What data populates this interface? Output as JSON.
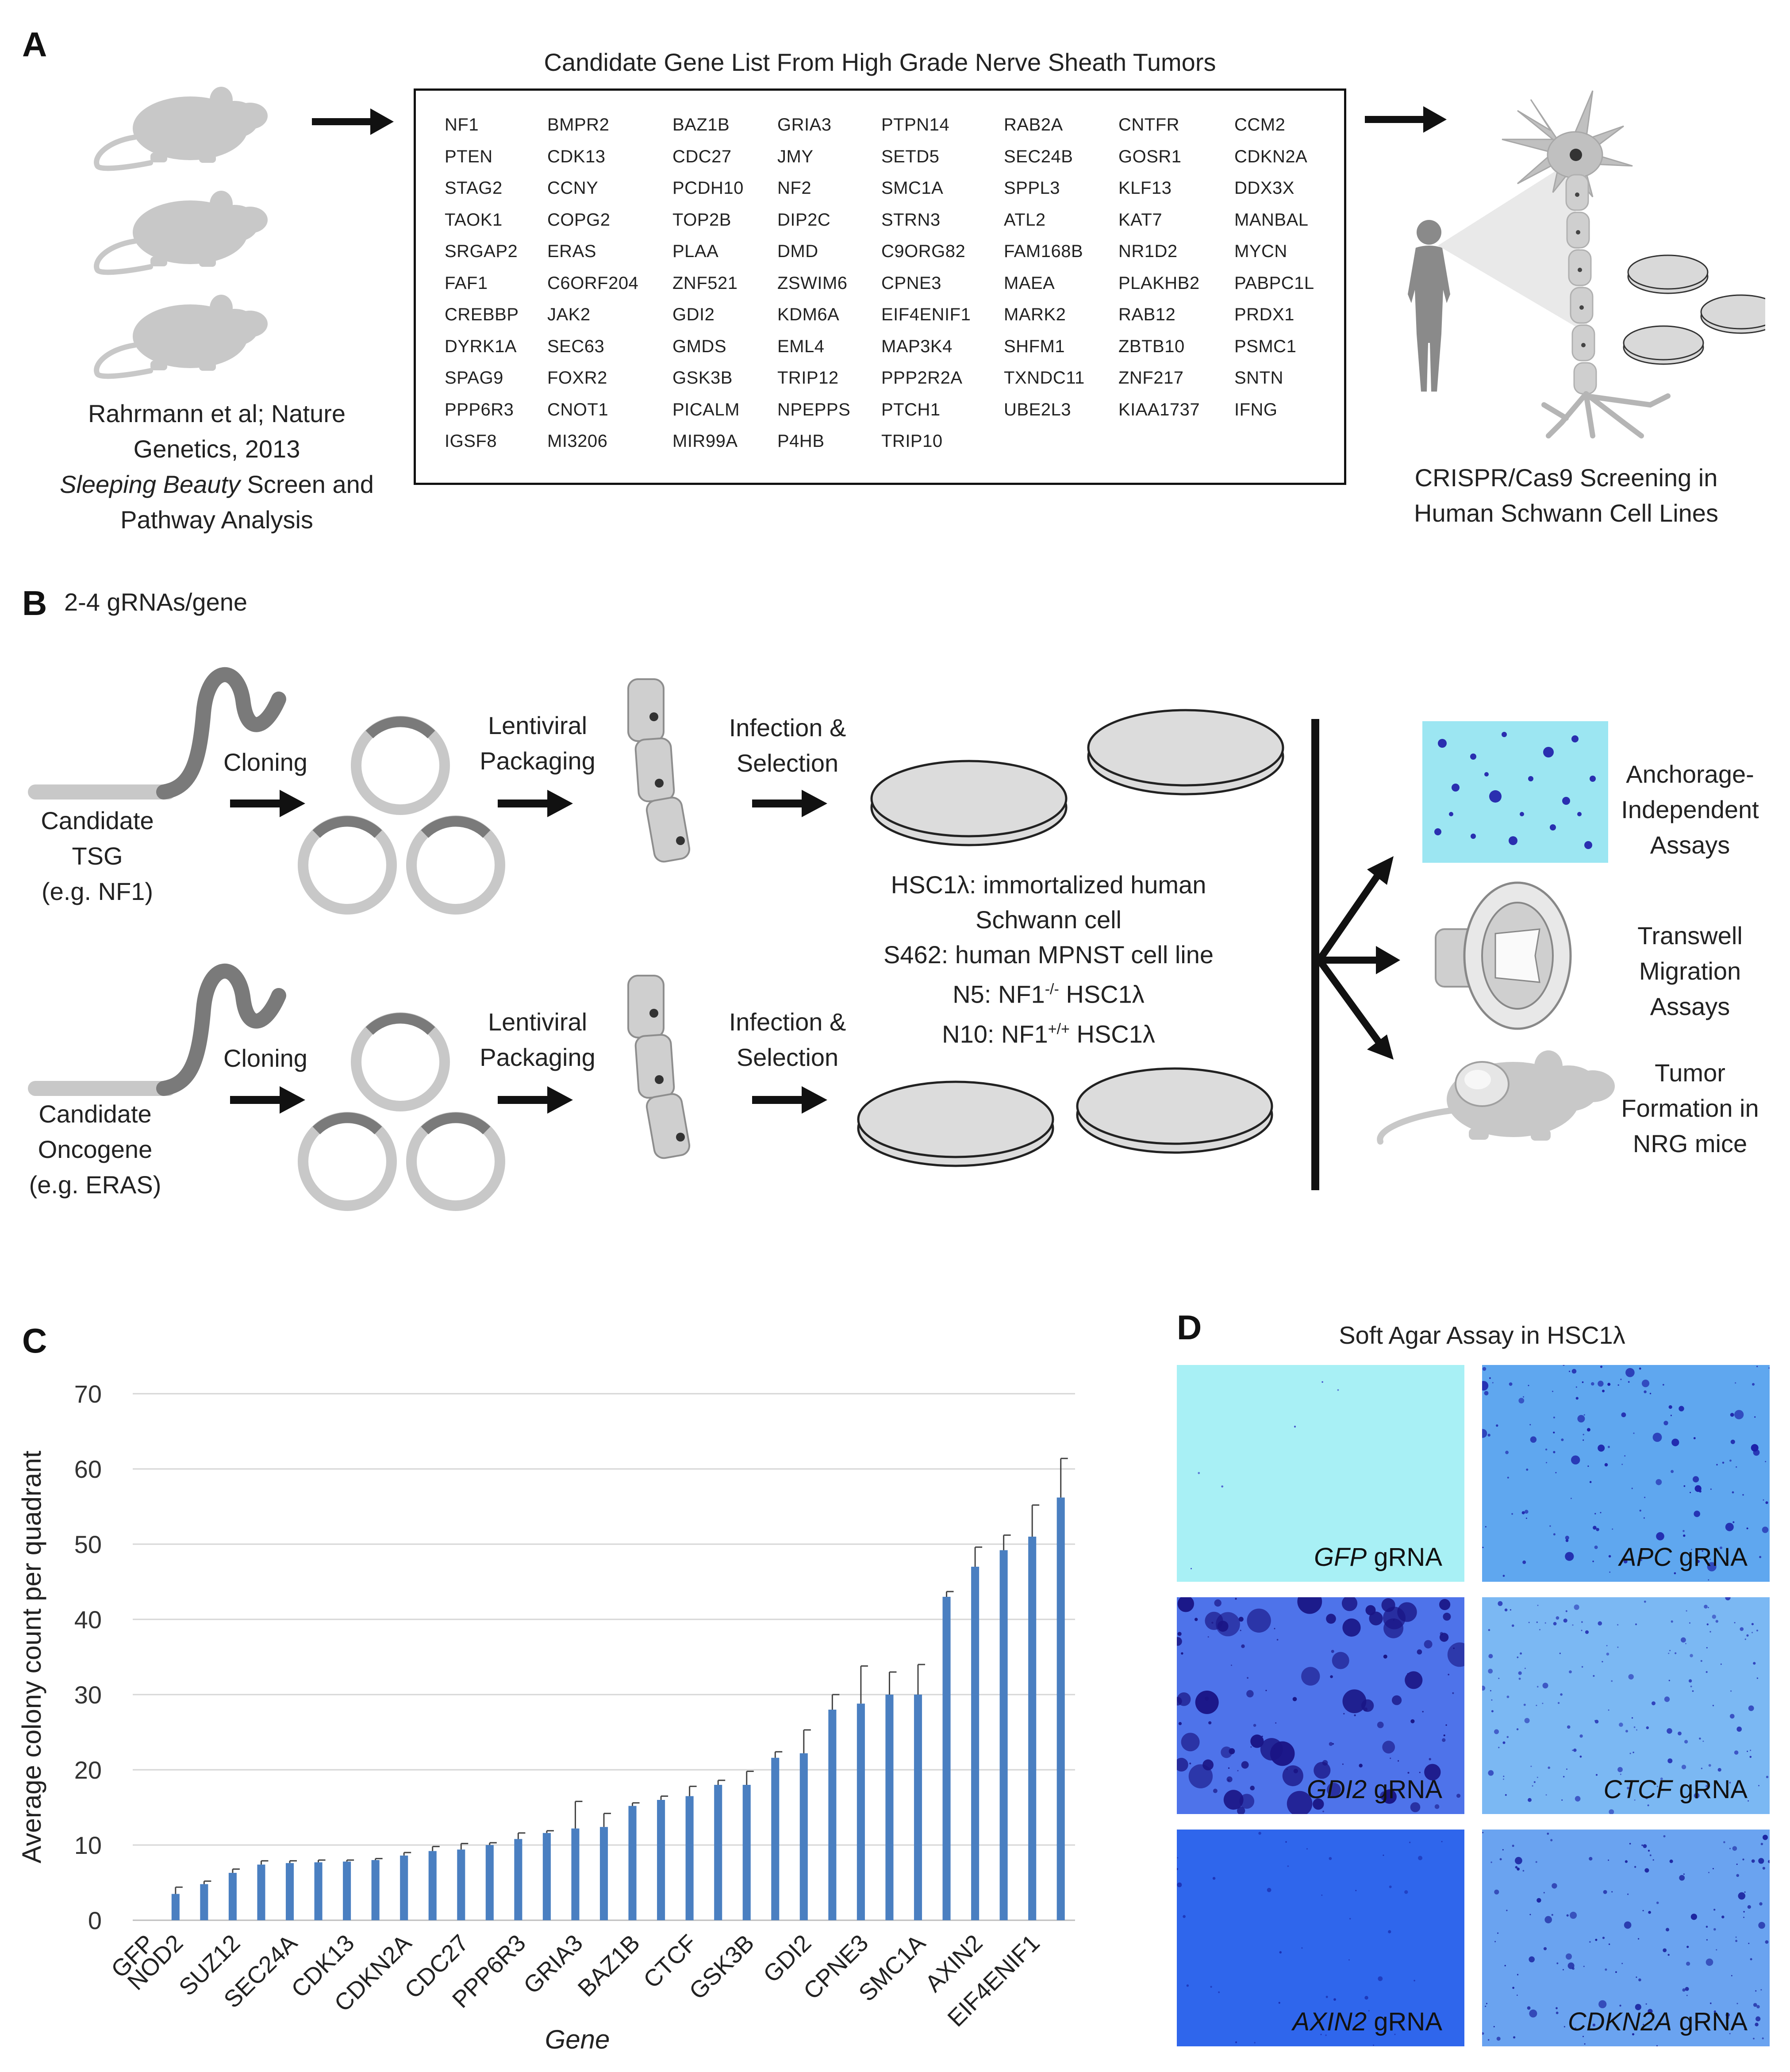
{
  "panel_a": {
    "letter": "A",
    "list_title": "Candidate Gene List From High Grade Nerve Sheath Tumors",
    "gene_columns": [
      [
        "NF1",
        "PTEN",
        "STAG2",
        "TAOK1",
        "SRGAP2",
        "FAF1",
        "CREBBP",
        "DYRK1A",
        "SPAG9",
        "PPP6R3",
        "IGSF8"
      ],
      [
        "BMPR2",
        "CDK13",
        "CCNY",
        "COPG2",
        "ERAS",
        "C6ORF204",
        "JAK2",
        "SEC63",
        "FOXR2",
        "CNOT1",
        "MI3206"
      ],
      [
        "BAZ1B",
        "CDC27",
        "PCDH10",
        "TOP2B",
        "PLAA",
        "ZNF521",
        "GDI2",
        "GMDS",
        "GSK3B",
        "PICALM",
        "MIR99A"
      ],
      [
        "GRIA3",
        "JMY",
        "NF2",
        "DIP2C",
        "DMD",
        "ZSWIM6",
        "KDM6A",
        "EML4",
        "TRIP12",
        "NPEPPS",
        "P4HB"
      ],
      [
        "PTPN14",
        "SETD5",
        "SMC1A",
        "STRN3",
        "C9ORG82",
        "CPNE3",
        "EIF4ENIF1",
        "MAP3K4",
        "PPP2R2A",
        "PTCH1",
        "TRIP10"
      ],
      [
        "RAB2A",
        "SEC24B",
        "SPPL3",
        "ATL2",
        "FAM168B",
        "MAEA",
        "MARK2",
        "SHFM1",
        "TXNDC11",
        "UBE2L3"
      ],
      [
        "CNTFR",
        "GOSR1",
        "KLF13",
        "KAT7",
        "NR1D2",
        "PLAKHB2",
        "RAB12",
        "ZBTB10",
        "ZNF217",
        "KIAA1737"
      ],
      [
        "CCM2",
        "CDKN2A",
        "DDX3X",
        "MANBAL",
        "MYCN",
        "PABPC1L",
        "PRDX1",
        "PSMC1",
        "SNTN",
        "IFNG"
      ]
    ],
    "citation_line1": "Rahrmann et al; Nature",
    "citation_line2": "Genetics, 2013",
    "citation_line3_italic": "Sleeping Beauty",
    "citation_line3_rest": " Screen and",
    "citation_line4": "Pathway Analysis",
    "crispr_line1": "CRISPR/Cas9 Screening in",
    "crispr_line2": "Human Schwann Cell Lines"
  },
  "panel_b": {
    "letter": "B",
    "subtitle": "2-4 gRNAs/gene",
    "tsg_line1": "Candidate",
    "tsg_line2": "TSG",
    "tsg_line3": "(e.g. NF1)",
    "onc_line1": "Candidate",
    "onc_line2": "Oncogene",
    "onc_line3": "(e.g. ERAS)",
    "cloning": "Cloning",
    "lentiviral_line1": "Lentiviral",
    "lentiviral_line2": "Packaging",
    "infection_line1": "Infection &",
    "infection_line2": "Selection",
    "cell_line1": "HSC1λ: immortalized  human",
    "cell_line2": "Schwann cell",
    "cell_line3": "S462: human MPNST cell line",
    "cell_line4_pre": "N5: NF1",
    "cell_line4_sup": "-/-",
    "cell_line4_post": " HSC1λ",
    "cell_line5_pre": "N10: NF1",
    "cell_line5_sup": "+/+",
    "cell_line5_post": " HSC1λ",
    "assay1_line1": "Anchorage-",
    "assay1_line2": "Independent",
    "assay1_line3": "Assays",
    "assay2_line1": "Transwell",
    "assay2_line2": "Migration",
    "assay2_line3": "Assays",
    "assay3_line1": "Tumor",
    "assay3_line2": "Formation in",
    "assay3_line3": "NRG mice"
  },
  "panel_c": {
    "letter": "C"
  },
  "chart_data": {
    "type": "bar",
    "title": "",
    "xlabel": "Gene",
    "ylabel": "Average colony count per quadrant",
    "ylim": [
      0,
      70
    ],
    "yticks": [
      0,
      10,
      20,
      30,
      40,
      50,
      60,
      70
    ],
    "grid": true,
    "error_bars": true,
    "bar_color": "#4a7fc1",
    "categories": [
      "GFP",
      "NOD2",
      "",
      "SUZ12",
      "",
      "SEC24A",
      "",
      "CDK13",
      "",
      "CDKN2A",
      "",
      "CDC27",
      "",
      "PPP6R3",
      "",
      "GRIA3",
      "",
      "BAZ1B",
      "",
      "CTCF",
      "",
      "GSK3B",
      "",
      "GDI2",
      "",
      "CPNE3",
      "",
      "SMC1A",
      "",
      "AXIN2",
      "",
      "EIF4ENIF1"
    ],
    "values": [
      0,
      3.5,
      4.8,
      6.3,
      7.4,
      7.6,
      7.7,
      7.8,
      8.0,
      8.6,
      9.2,
      9.4,
      10.0,
      10.8,
      11.6,
      12.2,
      12.4,
      15.2,
      16.0,
      16.5,
      18.0,
      18.0,
      21.6,
      22.2,
      28.0,
      28.8,
      30.0,
      30.0,
      43.0,
      47.0,
      49.2,
      51.0,
      56.2
    ],
    "errors": [
      0,
      0.9,
      0.4,
      0.5,
      0.5,
      0.3,
      0.3,
      0.2,
      0.2,
      0.4,
      0.6,
      0.8,
      0.3,
      0.8,
      0.3,
      3.6,
      1.8,
      0.4,
      0.5,
      1.3,
      0.6,
      1.8,
      0.8,
      3.1,
      2.0,
      5.0,
      3.0,
      4.0,
      0.7,
      2.6,
      2.0,
      4.2,
      5.2
    ]
  },
  "panel_d": {
    "letter": "D",
    "title": "Soft Agar Assay in HSC1λ",
    "suffix": " gRNA",
    "photos": [
      {
        "gene": "GFP",
        "bg": "#a8f0f5",
        "colony": "#3b44c8"
      },
      {
        "gene": "APC",
        "bg": "#5fa7ef",
        "colony": "#1c1fa8"
      },
      {
        "gene": "GDI2",
        "bg": "#4e73ea",
        "colony": "#1a1585"
      },
      {
        "gene": "CTCF",
        "bg": "#7bb8f3",
        "colony": "#2b3ab8"
      },
      {
        "gene": "AXIN2",
        "bg": "#2f66ec",
        "colony": "#1b2fb0"
      },
      {
        "gene": "CDKN2A",
        "bg": "#6aa3f0",
        "colony": "#1c24a0"
      }
    ]
  }
}
